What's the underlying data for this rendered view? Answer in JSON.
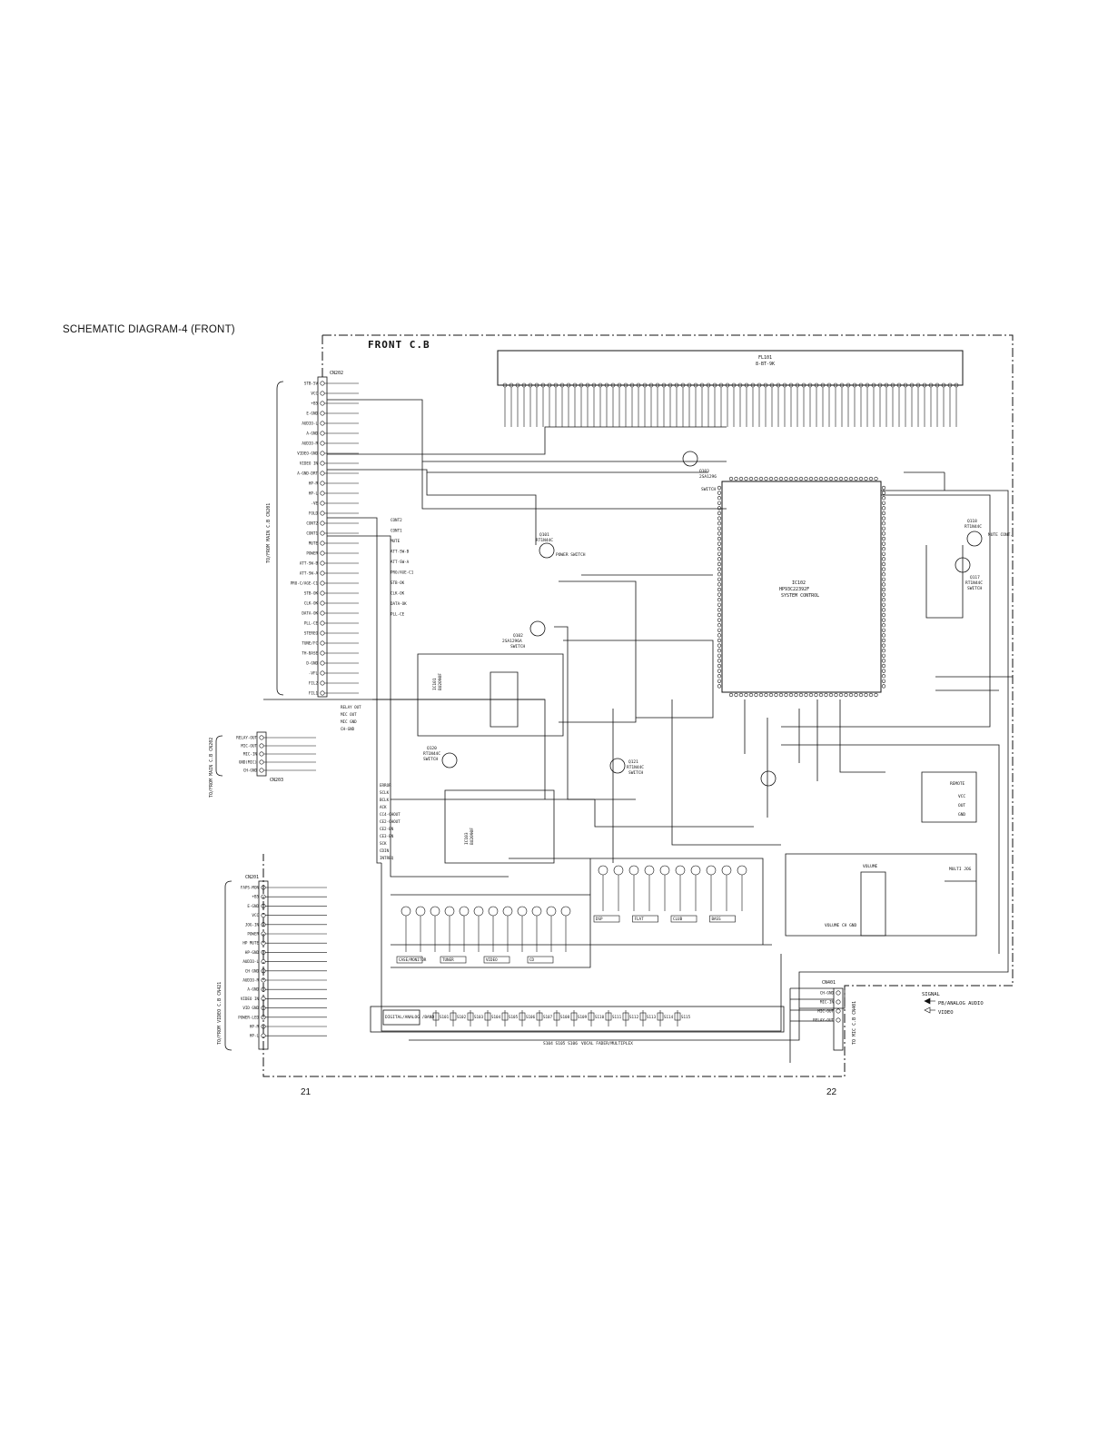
{
  "page_title": "SCHEMATIC DIAGRAM-4 (FRONT)",
  "board_title": "FRONT C.B",
  "page_numbers": {
    "left": "21",
    "right": "22"
  },
  "connectors": {
    "cn202": {
      "ref": "CN202",
      "side_label": "TO/FROM MAIN C.B CN201",
      "pins": [
        "STB-5V",
        "VCC",
        "+B5",
        "E-GND",
        "AUDIO-L",
        "A-GND",
        "AUDIO-R",
        "VIDEO-GND",
        "VIDEO IN",
        "A-GND-DRT",
        "HP-R",
        "HP-L",
        "-VE",
        "FOLD",
        "CONT2",
        "CONT1",
        "MUTE",
        "POWER",
        "ATT-SW-B",
        "ATT-SW-A",
        "PRO-C/AGE-C1",
        "STB-OK",
        "CLK-OK",
        "DATA-OK",
        "PLL-CE",
        "STEREO",
        "TUNE/FC",
        "TH-BASE",
        "D-GND",
        "-VFL",
        "FIL2",
        "FIL1"
      ]
    },
    "cn203": {
      "ref": "CN203",
      "side_label": "TO/FROM MAIN C.B CN202",
      "pins": [
        "RELAY-OUT",
        "MIC-OUT",
        "MIC-IN",
        "GND(MIC)",
        "CH-GND"
      ]
    },
    "cn201": {
      "ref": "CN201",
      "side_label": "TO/FROM VIDEO C.B CN421",
      "pins": [
        "FAPS-MON",
        "+B5",
        "E-GND",
        "VCC",
        "JOG-IN",
        "POWER",
        "HP MUTE",
        "HP-GND",
        "AUDIO-L",
        "CH GND",
        "AUDIO-R",
        "A-GND",
        "VIDEO IN",
        "VID GND",
        "POWER-LED",
        "HP-R",
        "HP-L"
      ]
    },
    "cn401": {
      "ref": "CN401",
      "side_label": "TO MIC C.B CN401",
      "pins": [
        "CH-GND",
        "MIC-IN",
        "MIC-OUT",
        "RELAY-OUT"
      ]
    }
  },
  "components": {
    "fl101": {
      "ref": "FL101",
      "part": "8-BT-9K"
    },
    "ic102": {
      "ref": "IC102",
      "part": "HP93C22392F",
      "function": "SYSTEM CONTROL"
    },
    "q101": {
      "ref": "Q101",
      "part": "RT1N44C",
      "function": "POWER SWITCH"
    },
    "q102": {
      "ref": "Q102",
      "part": "2SA1296A",
      "function": "SWITCH"
    },
    "q120": {
      "ref": "Q120",
      "part": "RT1N44C",
      "function": "SWITCH"
    },
    "q121": {
      "ref": "Q121",
      "part": "RT1N44C",
      "function": "SWITCH"
    },
    "q103": {
      "ref": "Q103",
      "part": "2SA1296",
      "function": "SWITCH"
    },
    "q118": {
      "ref": "Q118",
      "part": "RT1N44C",
      "function": "MUTE CONT."
    },
    "q117": {
      "ref": "Q117",
      "part": "RT1N44C",
      "function": "SWITCH"
    },
    "ic101": {
      "ref": "IC101",
      "part": "BU2090F"
    },
    "ic103": {
      "ref": "IC103",
      "part": "BU2090F"
    },
    "u101": {
      "ref": "U101",
      "function": "REMOTE",
      "pins": [
        "VCC",
        "OUT",
        "GND"
      ]
    },
    "vr": {
      "function": "VOLUME",
      "note": "VOLUME CH GND"
    },
    "jog": {
      "function": "MULTI JOG"
    }
  },
  "switch_groups": {
    "left_leds": [
      "CASE/MONITOR",
      "TUNER",
      "VIDEO",
      "CD"
    ],
    "right_leds": [
      "DSP",
      "FLAT",
      "CLUB",
      "BASS"
    ],
    "bottom_buttons": {
      "group_label": "DIGITAL/ANALOG /BAND",
      "footer": "S104  S105  S106",
      "footer_boxed": "VOCAL FADER/MULTIPLEX",
      "refs": [
        "S101",
        "S102",
        "S103",
        "S104",
        "S105",
        "S106",
        "S107",
        "S108",
        "S109",
        "S110",
        "S111",
        "S112",
        "S113",
        "S114",
        "S115"
      ]
    }
  },
  "legend": {
    "title": "SIGNAL",
    "items": [
      {
        "label": "PB/ANALOG AUDIO"
      },
      {
        "label": "VIDEO"
      }
    ]
  },
  "signal_labels": [
    "CONT2",
    "CONT1",
    "MUTE",
    "ATT-SW-B",
    "ATT-SW-A",
    "PRO/AGE-C1",
    "STB-OK",
    "CLK-OK",
    "DATA-OK",
    "PLL-CE",
    "RELAY OUT",
    "MIC OUT",
    "MIC GND",
    "CH-GND",
    "ERROR",
    "SCLK",
    "BCLK",
    "ACK",
    "CC4-CHOUT",
    "CE2-CHOUT",
    "CE2-EN",
    "CE3-EN",
    "SCK",
    "CDIN",
    "INTREQ"
  ]
}
